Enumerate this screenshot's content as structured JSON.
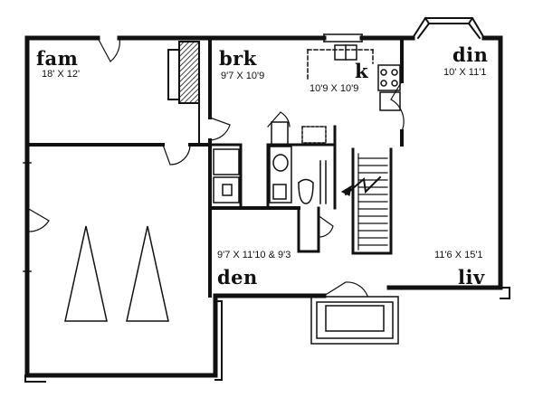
{
  "rooms": {
    "family": {
      "name": "fam",
      "dims": "18' X 12'"
    },
    "breakfast": {
      "name": "brk",
      "dims": "9'7 X 10'9"
    },
    "kitchen": {
      "name": "k",
      "dims": "10'9 X 10'9"
    },
    "dining": {
      "name": "din",
      "dims": "10' X 11'1"
    },
    "den": {
      "name": "den",
      "dims": "9'7 X 11'10 & 9'3"
    },
    "living": {
      "name": "liv",
      "dims": "11'6 X 15'1"
    }
  },
  "colors": {
    "ink": "#111111",
    "paper": "#ffffff"
  }
}
